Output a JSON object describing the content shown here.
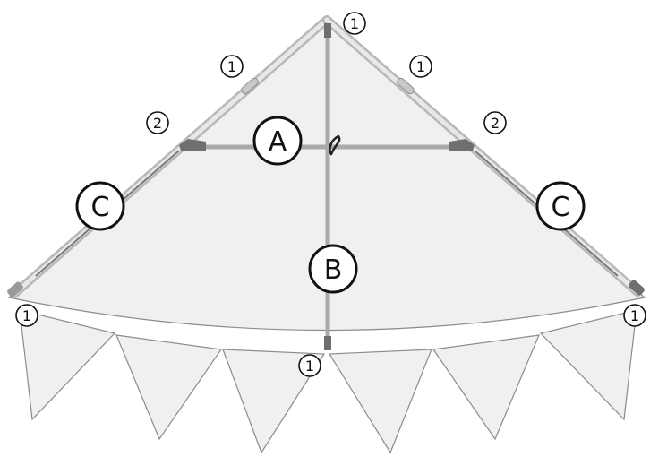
{
  "labels": {
    "A": "A",
    "B": "B",
    "C": "C",
    "one": "1",
    "two": "2"
  },
  "colors": {
    "sail": "#f0f0f0",
    "outline": "#8c8c8c",
    "spar": "#a9a9a9",
    "fitting": "#6f6f6f",
    "text": "#111111"
  }
}
